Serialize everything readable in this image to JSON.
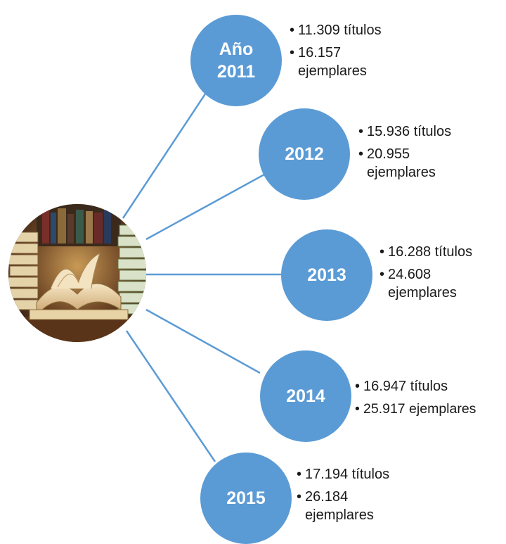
{
  "colors": {
    "node_fill": "#5b9bd5",
    "connector": "#5b9bd5",
    "node_text": "#ffffff"
  },
  "hub": {
    "image": "books-image"
  },
  "nodes": [
    {
      "label_top": "Año",
      "label_bottom": "2011",
      "items": [
        "11.309 títulos",
        "16.157 ejemplares"
      ]
    },
    {
      "label_top": "",
      "label_bottom": "2012",
      "items": [
        "15.936 títulos",
        "20.955 ejemplares"
      ]
    },
    {
      "label_top": "",
      "label_bottom": "2013",
      "items": [
        "16.288 títulos",
        "24.608 ejemplares"
      ]
    },
    {
      "label_top": "",
      "label_bottom": "2014",
      "items": [
        "16.947 títulos",
        "25.917 ejemplares"
      ]
    },
    {
      "label_top": "",
      "label_bottom": "2015",
      "items": [
        "17.194 títulos",
        "26.184 ejemplares"
      ]
    }
  ]
}
